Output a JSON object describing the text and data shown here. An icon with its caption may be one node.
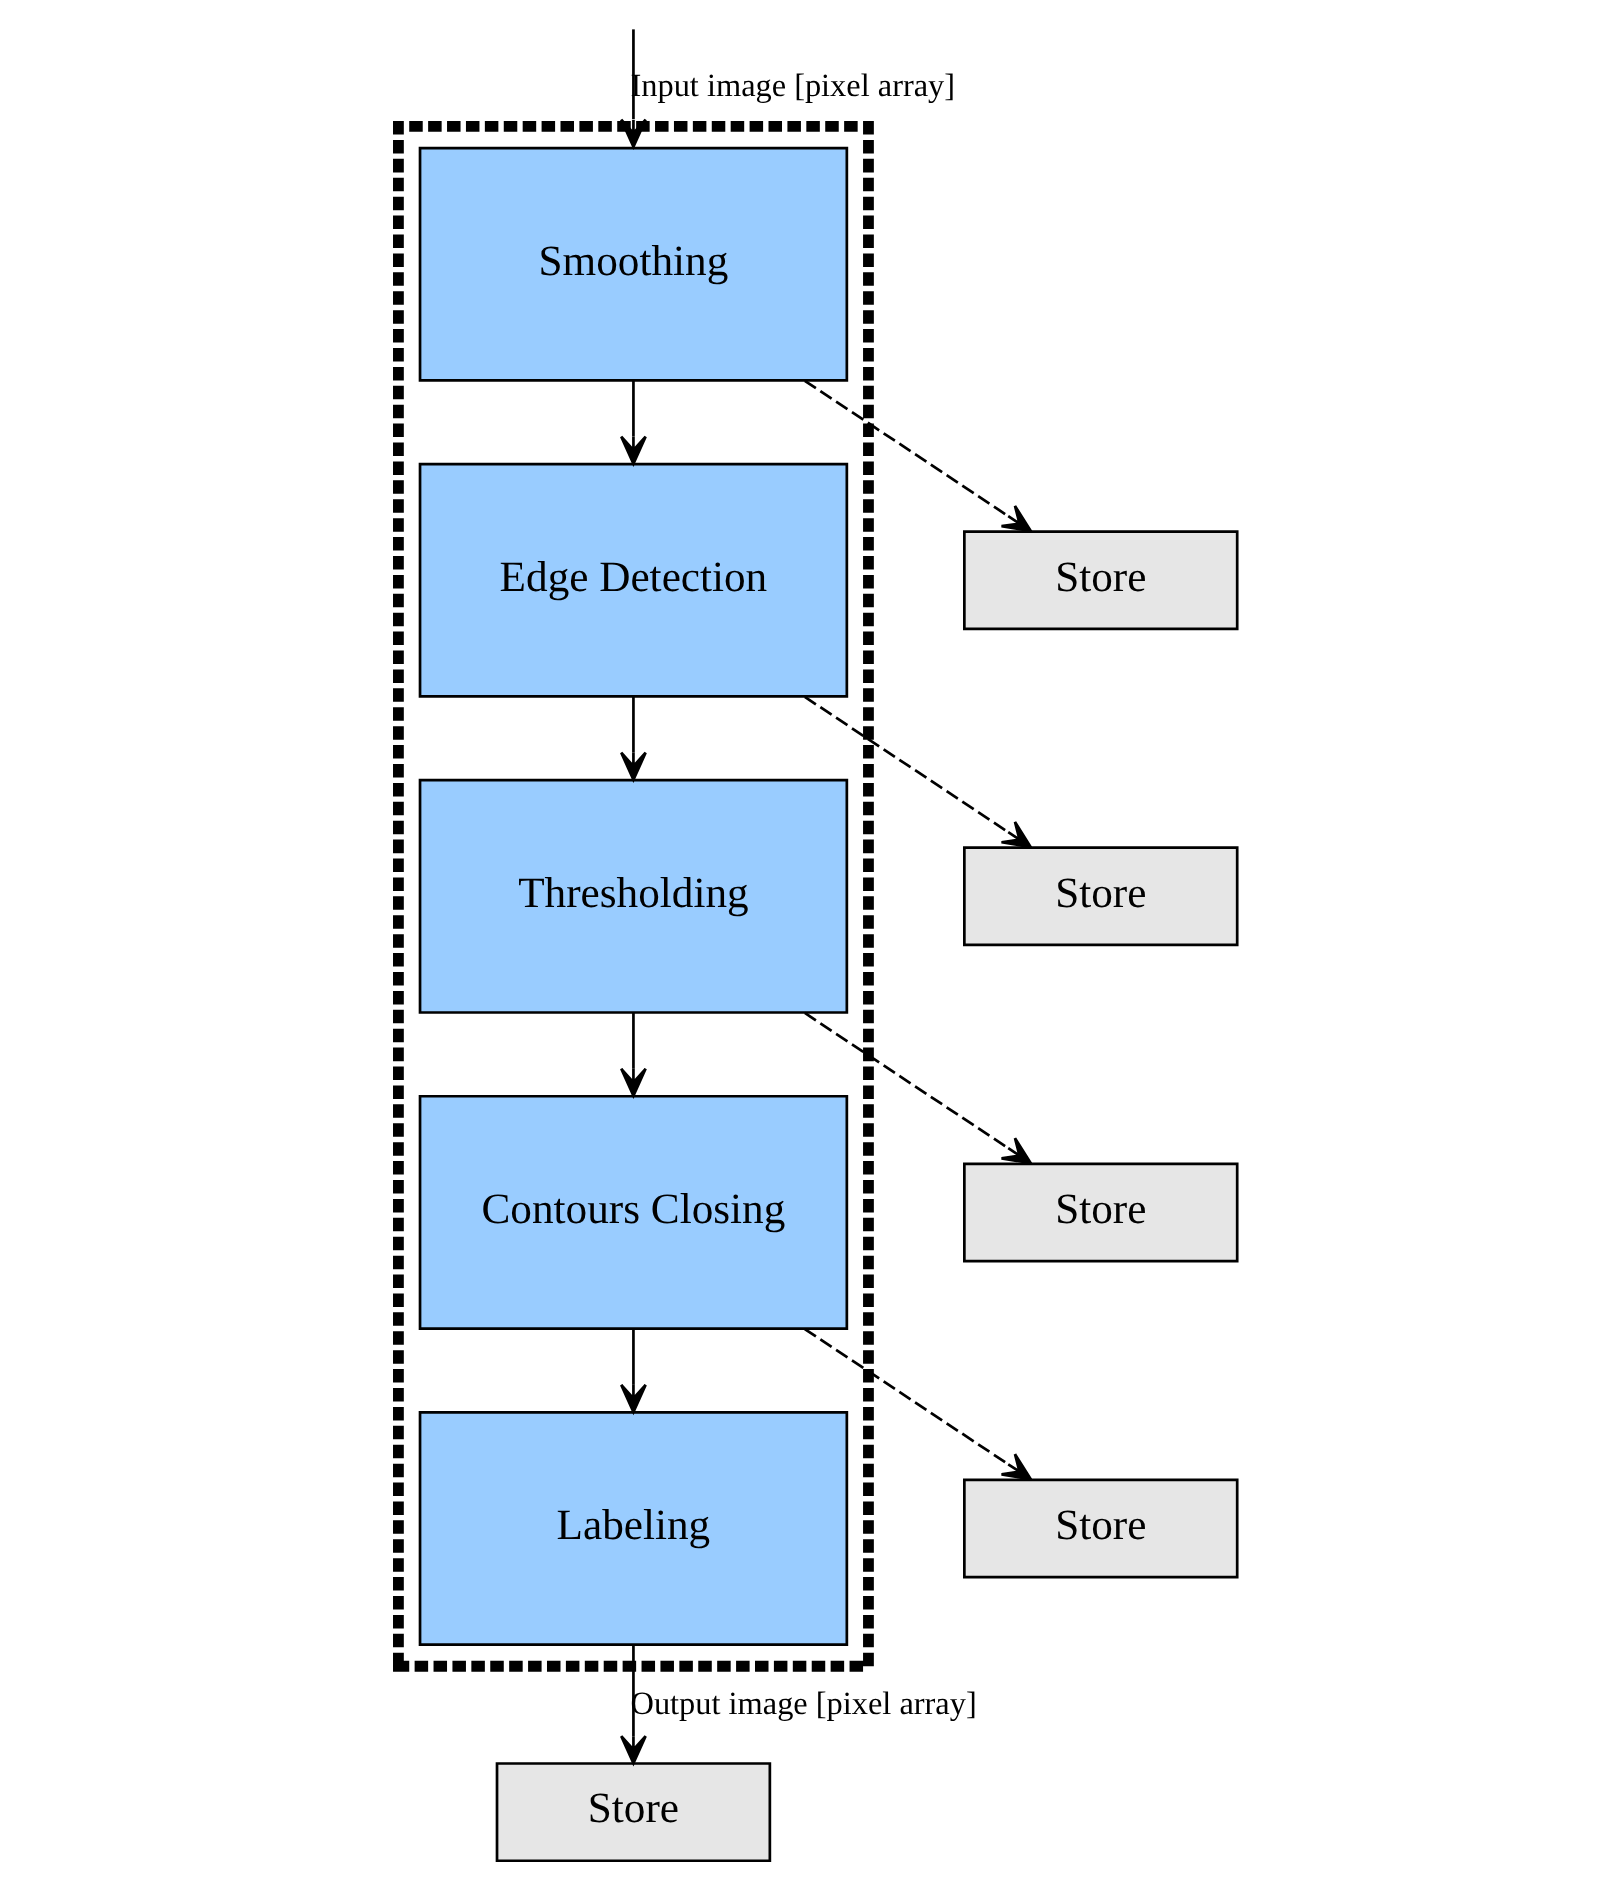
{
  "diagram": {
    "nodes": [
      {
        "text": [],
        "shape": "box"
      },
      {
        "text": [
          "Smoothing"
        ],
        "in": 0
      },
      {
        "text": [
          "Edge Detection"
        ],
        "in": 0
      },
      {
        "text": [
          "Thresholding"
        ],
        "in": 0
      },
      {
        "text": [
          "Contours Closing"
        ],
        "in": 0
      },
      {
        "text": [
          "Labeling"
        ],
        "in": 0
      },
      {
        "text": [
          "Store"
        ]
      },
      {
        "text": [
          "Store"
        ]
      },
      {
        "text": [
          "Store"
        ]
      },
      {
        "text": [
          "Store"
        ]
      },
      {
        "text": [
          "Store"
        ]
      }
    ],
    "edges": [
      {
        "from": null,
        "to": 1,
        "arrow": "to",
        "label": "Input image [pixel array]"
      },
      {
        "from": 1,
        "to": 2,
        "arrow": "to"
      },
      {
        "from": 2,
        "to": 3,
        "arrow": "to"
      },
      {
        "from": 3,
        "to": 4,
        "arrow": "to"
      },
      {
        "from": 4,
        "to": 5,
        "arrow": "to"
      },
      {
        "from": 1,
        "to": 6,
        "arrow": "to",
        "style": "dashed"
      },
      {
        "from": 2,
        "to": 7,
        "arrow": "to",
        "style": "dashed"
      },
      {
        "from": 3,
        "to": 8,
        "arrow": "to",
        "style": "dashed"
      },
      {
        "from": 4,
        "to": 9,
        "arrow": "to",
        "style": "dashed"
      },
      {
        "from": 5,
        "to": 10,
        "arrow": "to",
        "label": "Output image [pixel array]"
      }
    ]
  }
}
